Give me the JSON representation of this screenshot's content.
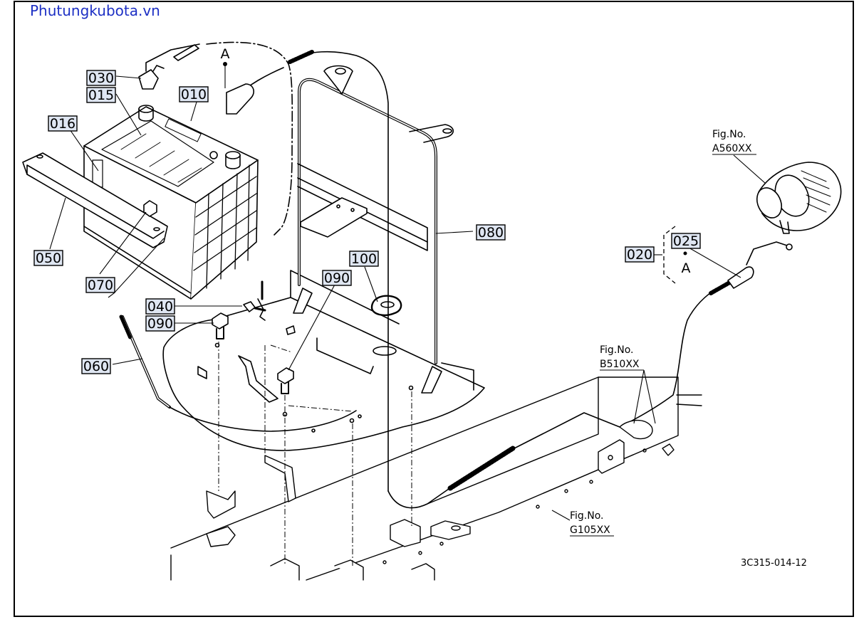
{
  "watermark": "Phutungkubota.vn",
  "colors": {
    "watermark": "#1c2fc4",
    "callout_fill": "#dfe6f2",
    "line": "#000000"
  },
  "drawing_code": "3C315-014-12",
  "point_marker": "A",
  "callouts": [
    "030",
    "015",
    "010",
    "016",
    "050",
    "070",
    "040",
    "090",
    "060",
    "100",
    "090",
    "080",
    "020",
    "025"
  ],
  "fig_refs": [
    {
      "prefix": "Fig.No.",
      "code": "A560XX"
    },
    {
      "prefix": "Fig.No.",
      "code": "B510XX"
    },
    {
      "prefix": "Fig.No.",
      "code": "G105XX"
    }
  ]
}
